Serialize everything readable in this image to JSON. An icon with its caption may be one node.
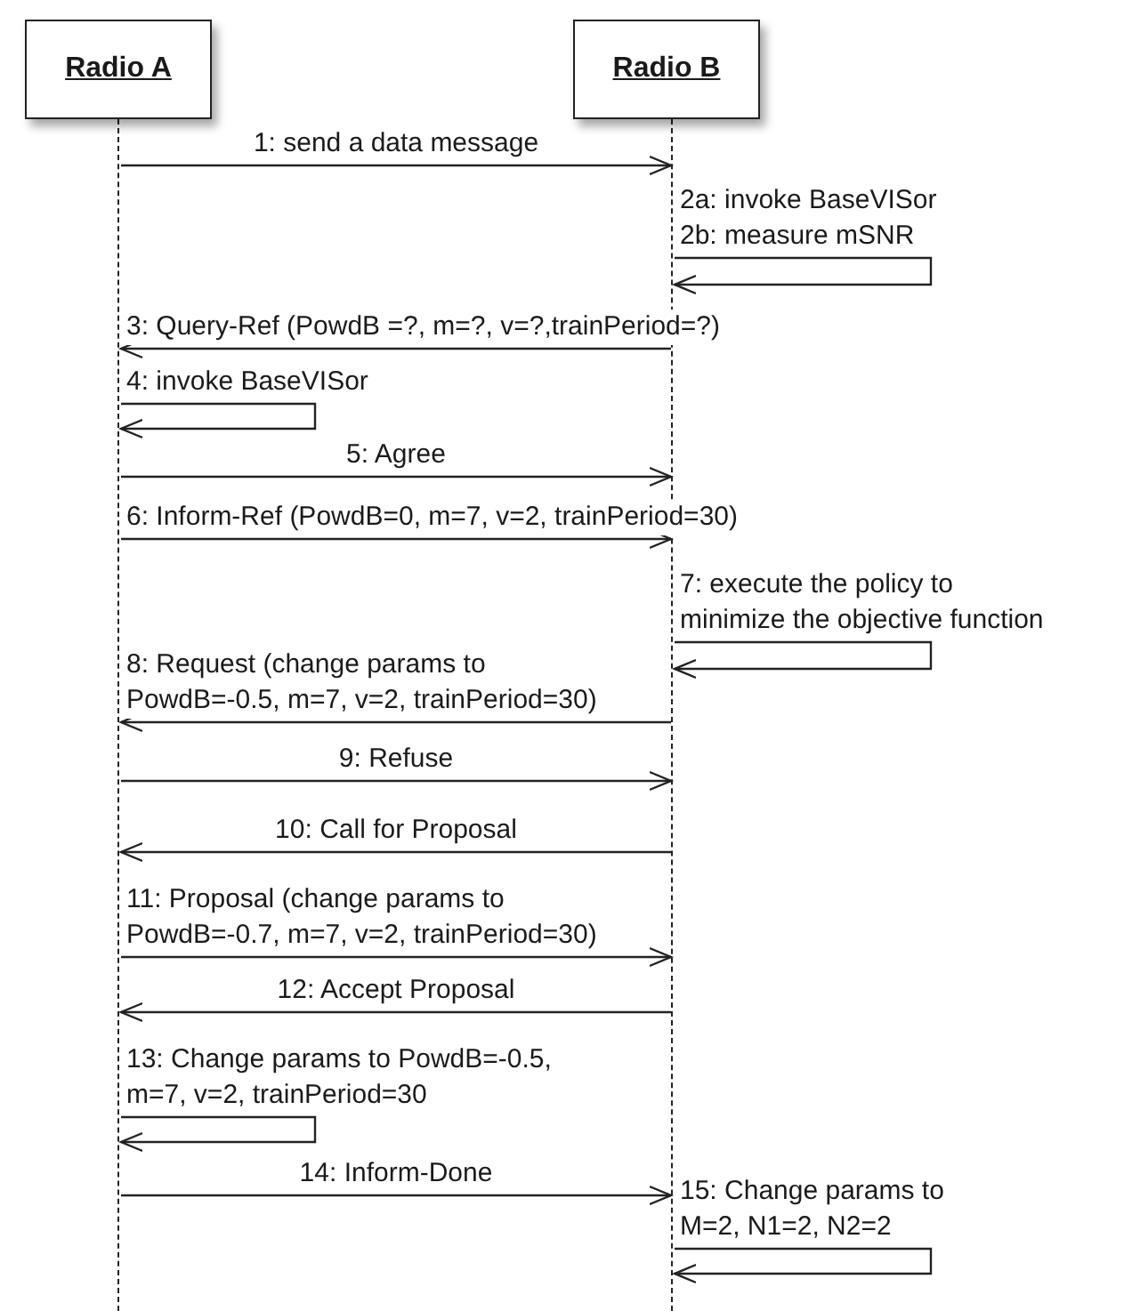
{
  "diagram": {
    "nodes": [
      {
        "text": [
          "Radio A"
        ]
      },
      {
        "text": [
          "Radio B"
        ]
      },
      {
        "text": [],
        "shape": "line"
      },
      {
        "text": [],
        "shape": "line"
      }
    ],
    "edges": [
      {
        "from": 2,
        "to": 3,
        "arrow": "to",
        "label": "1: send a data message"
      },
      {
        "from": 3,
        "to": 3,
        "arrow": "to",
        "label": "2a: invoke BaseVISor 2b: measure mSNR"
      },
      {
        "from": 3,
        "to": 2,
        "arrow": "to",
        "label": "3: Query-Ref (PowdB =?, m=?, v=?,trainPeriod=?)"
      },
      {
        "from": 2,
        "to": 2,
        "arrow": "to",
        "label": "4: invoke BaseVISor"
      },
      {
        "from": 2,
        "to": 3,
        "arrow": "to",
        "label": "5: Agree"
      },
      {
        "from": 2,
        "to": 3,
        "arrow": "to",
        "label": "6: Inform-Ref (PowdB=0, m=7, v=2, trainPeriod=30)"
      },
      {
        "from": 3,
        "to": 3,
        "arrow": "to",
        "label": "7: execute the policy to minimize the objective function"
      },
      {
        "from": 3,
        "to": 2,
        "arrow": "to",
        "label": "8: Request (change params to PowdB=-0.5, m=7, v=2, trainPeriod=30)"
      },
      {
        "from": 2,
        "to": 3,
        "arrow": "to",
        "label": "9: Refuse"
      },
      {
        "from": 3,
        "to": 2,
        "arrow": "to",
        "label": "10: Call for Proposal"
      },
      {
        "from": 2,
        "to": 3,
        "arrow": "to",
        "label": "11: Proposal (change params to PowdB=-0.7, m=7, v=2, trainPeriod=30)"
      },
      {
        "from": 3,
        "to": 2,
        "arrow": "to",
        "label": "12: Accept Proposal"
      },
      {
        "from": 2,
        "to": 2,
        "arrow": "to",
        "label": "13: Change params to PowdB=-0.5, m=7, v=2, trainPeriod=30"
      },
      {
        "from": 2,
        "to": 3,
        "arrow": "to",
        "label": "14: Inform-Done"
      },
      {
        "from": 3,
        "to": 3,
        "arrow": "to",
        "label": "15: Change params to M=2, N1=2, N2=2"
      }
    ]
  }
}
